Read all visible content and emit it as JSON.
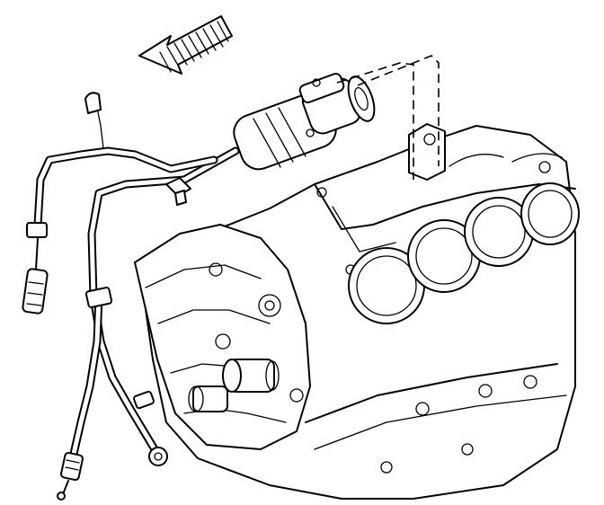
{
  "diagram": {
    "colors": {
      "ink": "#000000",
      "paper": "#ffffff"
    },
    "components": [
      "direction-arrow",
      "engine-block",
      "starter-motor",
      "battery-cable-harness",
      "cylinder-bores"
    ]
  }
}
